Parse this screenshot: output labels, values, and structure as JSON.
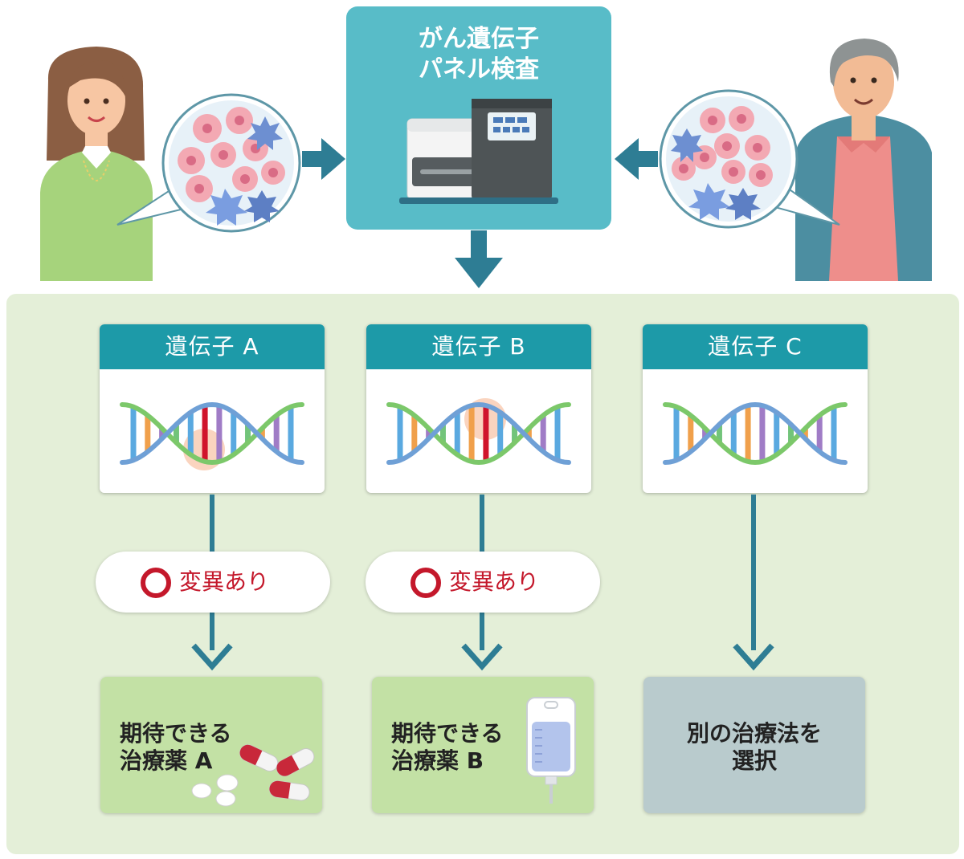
{
  "test": {
    "line1": "がん遺伝子",
    "line2": "パネル検査"
  },
  "genes": [
    {
      "title": "遺伝子 A"
    },
    {
      "title": "遺伝子 B"
    },
    {
      "title": "遺伝子 C"
    }
  ],
  "mutation": {
    "label": "変異あり"
  },
  "results": {
    "a": {
      "line1": "期待できる",
      "line2": "治療薬 A"
    },
    "b": {
      "line1": "期待できる",
      "line2": "治療薬 B"
    },
    "c": {
      "line1": "別の治療法を",
      "line2": "選択"
    }
  },
  "colors": {
    "teal": "#58bcc8",
    "teal_dark": "#1d9aa8",
    "arrow": "#2e7d94",
    "panel": "#e4efd8",
    "result_green": "#c3e1a5",
    "result_gray": "#b9cbcd",
    "mutation_red": "#c4182b"
  }
}
